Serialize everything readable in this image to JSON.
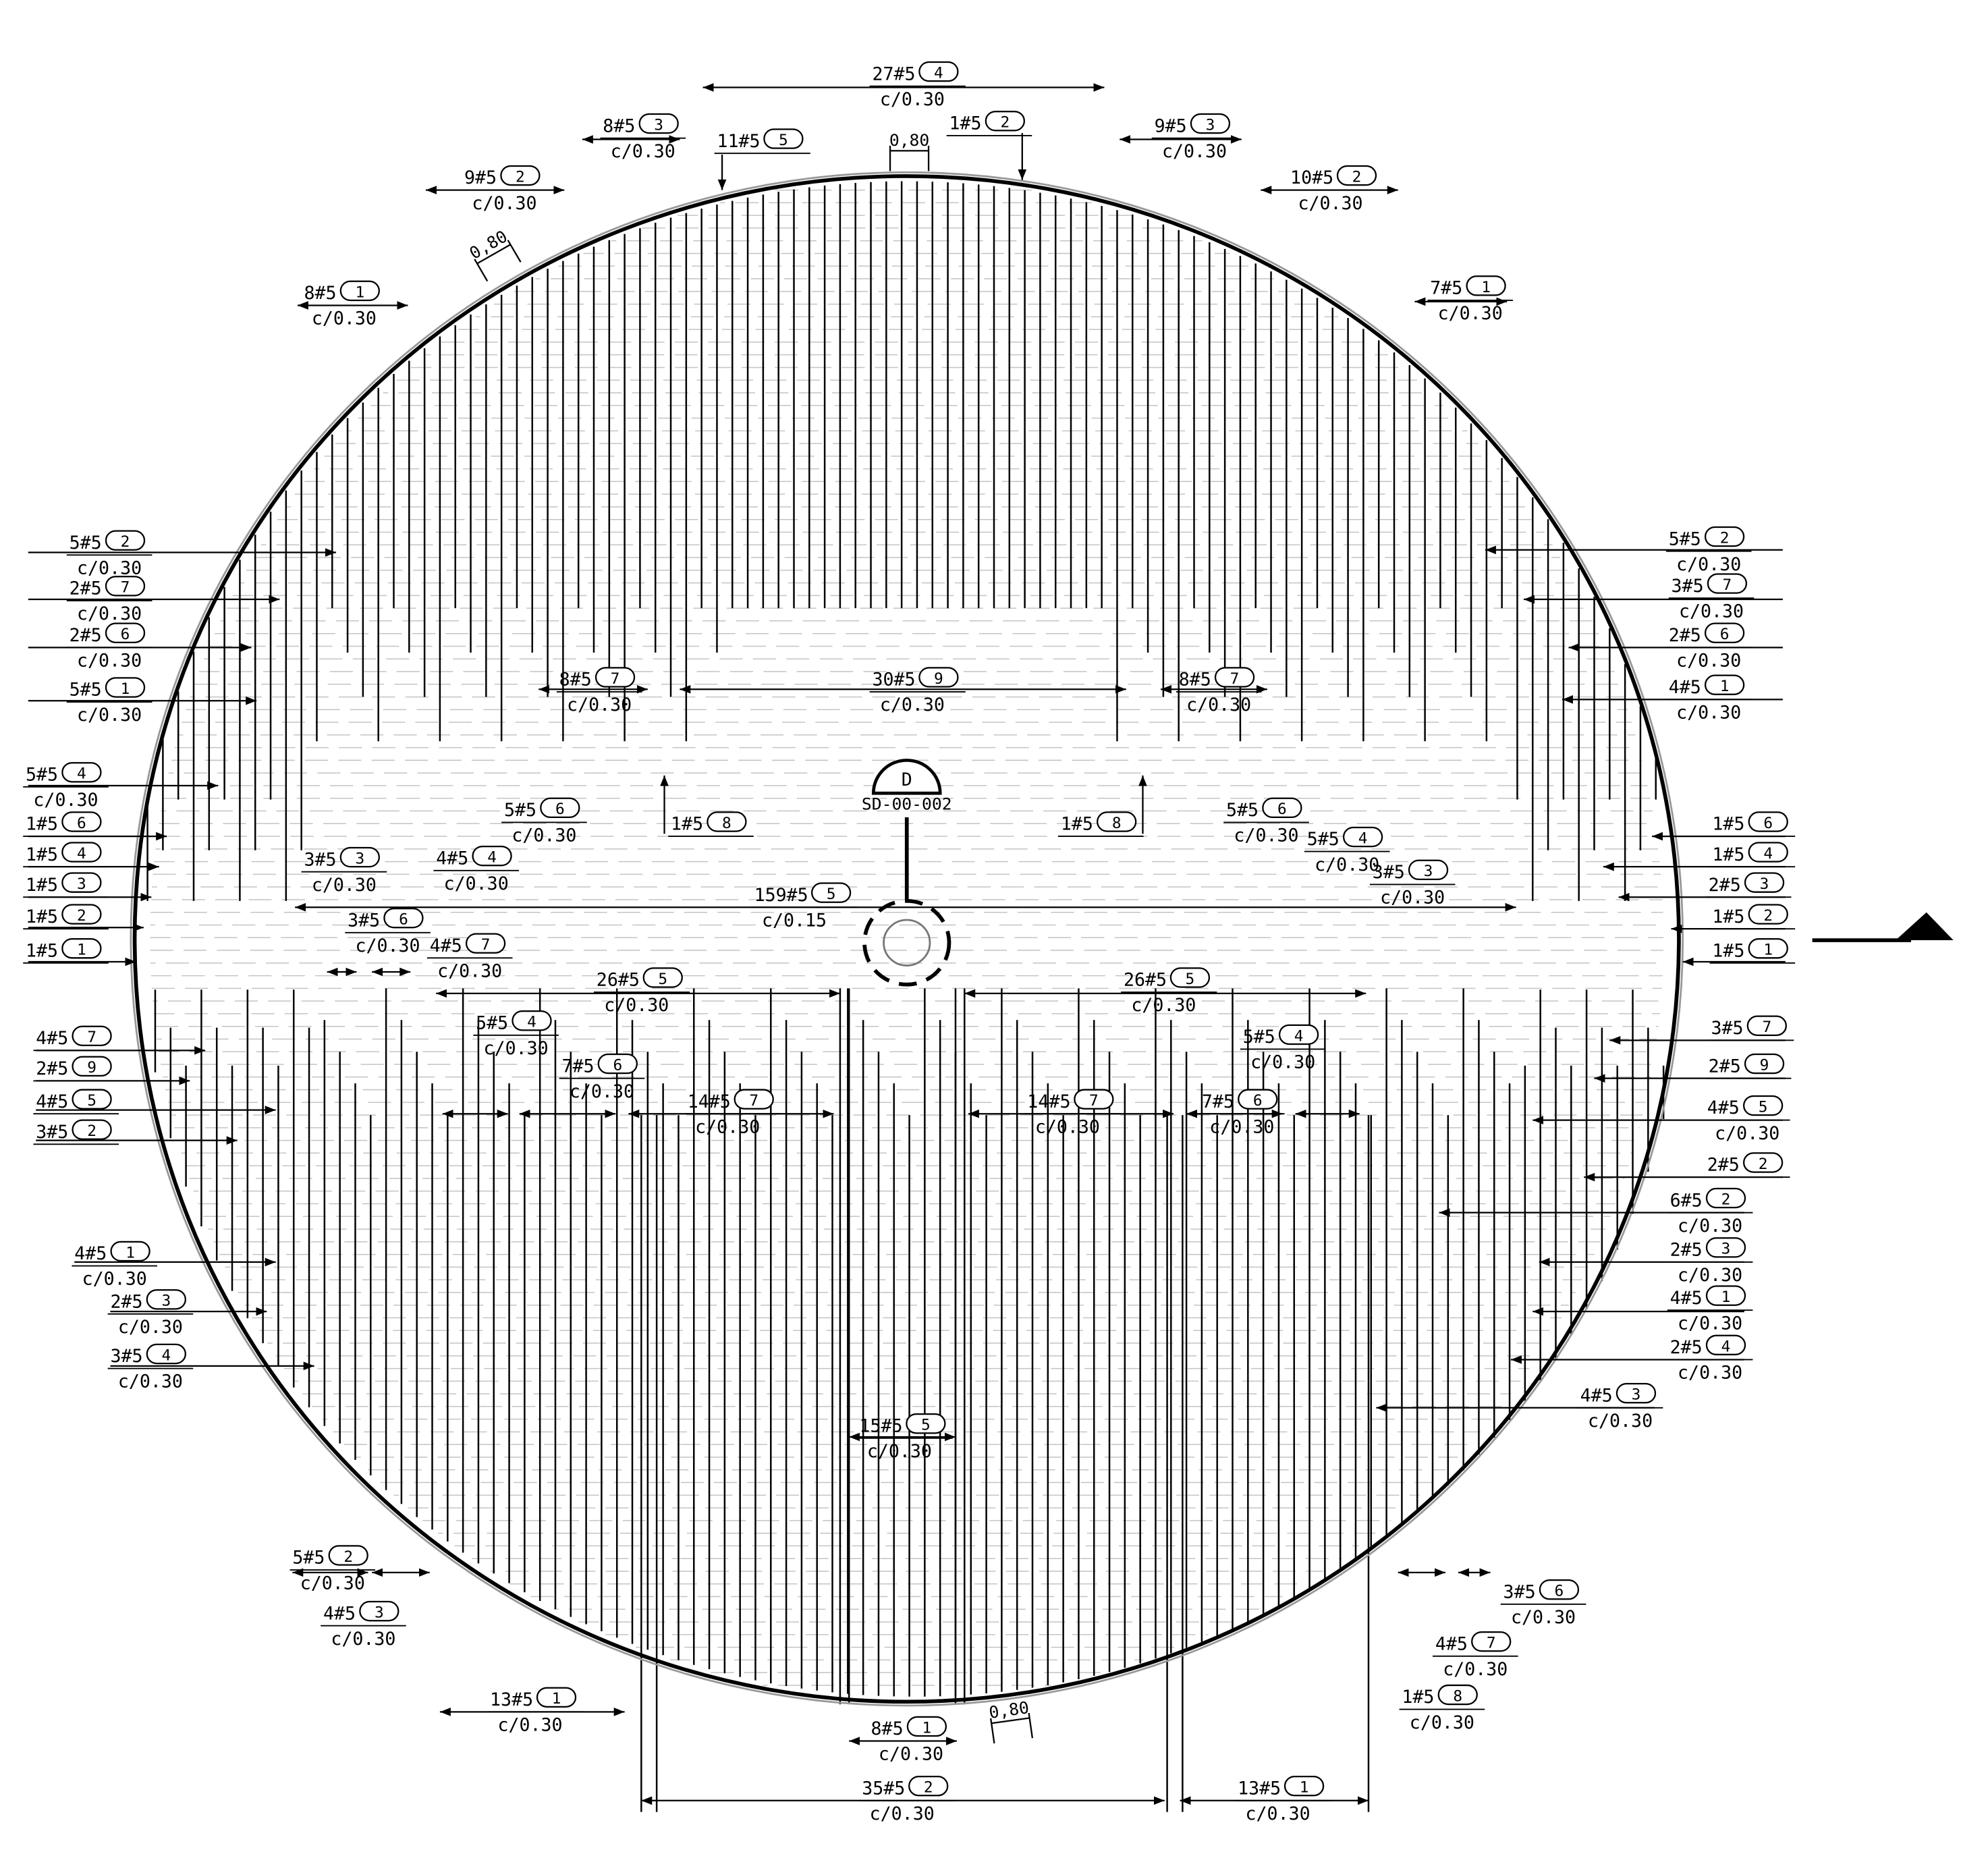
{
  "drawing": {
    "section_marker": {
      "letter": "D",
      "sheet": "SD-00-002"
    },
    "cover_dims": [
      {
        "id": "c1",
        "text": "0,80"
      },
      {
        "id": "c2",
        "text": "0,80"
      },
      {
        "id": "c3",
        "text": "0,80"
      }
    ],
    "callouts": [
      {
        "id": "t1",
        "bar": "27#5",
        "mark": "4",
        "spacing": "c/0.30"
      },
      {
        "id": "t2",
        "bar": "1#5",
        "mark": "2",
        "spacing": ""
      },
      {
        "id": "t3",
        "bar": "11#5",
        "mark": "5",
        "spacing": ""
      },
      {
        "id": "t4",
        "bar": "8#5",
        "mark": "3",
        "spacing": "c/0.30"
      },
      {
        "id": "t5",
        "bar": "9#5",
        "mark": "3",
        "spacing": "c/0.30"
      },
      {
        "id": "t6",
        "bar": "9#5",
        "mark": "2",
        "spacing": "c/0.30"
      },
      {
        "id": "t7",
        "bar": "10#5",
        "mark": "2",
        "spacing": "c/0.30"
      },
      {
        "id": "t8",
        "bar": "8#5",
        "mark": "1",
        "spacing": "c/0.30"
      },
      {
        "id": "t9",
        "bar": "7#5",
        "mark": "1",
        "spacing": "c/0.30"
      },
      {
        "id": "l1",
        "bar": "5#5",
        "mark": "2",
        "spacing": "c/0.30"
      },
      {
        "id": "l2",
        "bar": "2#5",
        "mark": "7",
        "spacing": "c/0.30"
      },
      {
        "id": "l3",
        "bar": "2#5",
        "mark": "6",
        "spacing": "c/0.30"
      },
      {
        "id": "l4",
        "bar": "5#5",
        "mark": "1",
        "spacing": "c/0.30"
      },
      {
        "id": "l5",
        "bar": "5#5",
        "mark": "4",
        "spacing": "c/0.30"
      },
      {
        "id": "l6",
        "bar": "1#5",
        "mark": "6",
        "spacing": ""
      },
      {
        "id": "l7",
        "bar": "1#5",
        "mark": "4",
        "spacing": ""
      },
      {
        "id": "l8",
        "bar": "1#5",
        "mark": "3",
        "spacing": ""
      },
      {
        "id": "l9",
        "bar": "1#5",
        "mark": "2",
        "spacing": ""
      },
      {
        "id": "l10",
        "bar": "1#5",
        "mark": "1",
        "spacing": ""
      },
      {
        "id": "l11",
        "bar": "4#5",
        "mark": "7",
        "spacing": ""
      },
      {
        "id": "l12",
        "bar": "2#5",
        "mark": "9",
        "spacing": ""
      },
      {
        "id": "l13",
        "bar": "4#5",
        "mark": "5",
        "spacing": ""
      },
      {
        "id": "l14",
        "bar": "3#5",
        "mark": "2",
        "spacing": ""
      },
      {
        "id": "l15",
        "bar": "4#5",
        "mark": "1",
        "spacing": "c/0.30"
      },
      {
        "id": "l16",
        "bar": "2#5",
        "mark": "3",
        "spacing": "c/0.30"
      },
      {
        "id": "l17",
        "bar": "3#5",
        "mark": "4",
        "spacing": "c/0.30"
      },
      {
        "id": "r1",
        "bar": "5#5",
        "mark": "2",
        "spacing": "c/0.30"
      },
      {
        "id": "r2",
        "bar": "3#5",
        "mark": "7",
        "spacing": "c/0.30"
      },
      {
        "id": "r3",
        "bar": "2#5",
        "mark": "6",
        "spacing": "c/0.30"
      },
      {
        "id": "r4",
        "bar": "4#5",
        "mark": "1",
        "spacing": "c/0.30"
      },
      {
        "id": "r5",
        "bar": "1#5",
        "mark": "6",
        "spacing": ""
      },
      {
        "id": "r6",
        "bar": "1#5",
        "mark": "4",
        "spacing": ""
      },
      {
        "id": "r7",
        "bar": "2#5",
        "mark": "3",
        "spacing": ""
      },
      {
        "id": "r8",
        "bar": "1#5",
        "mark": "2",
        "spacing": ""
      },
      {
        "id": "r9",
        "bar": "1#5",
        "mark": "1",
        "spacing": ""
      },
      {
        "id": "r10",
        "bar": "3#5",
        "mark": "7",
        "spacing": ""
      },
      {
        "id": "r11",
        "bar": "2#5",
        "mark": "9",
        "spacing": ""
      },
      {
        "id": "r12",
        "bar": "4#5",
        "mark": "5",
        "spacing": "c/0.30"
      },
      {
        "id": "r13",
        "bar": "2#5",
        "mark": "2",
        "spacing": ""
      },
      {
        "id": "r14",
        "bar": "6#5",
        "mark": "2",
        "spacing": "c/0.30"
      },
      {
        "id": "r15",
        "bar": "2#5",
        "mark": "3",
        "spacing": "c/0.30"
      },
      {
        "id": "r16",
        "bar": "4#5",
        "mark": "1",
        "spacing": "c/0.30"
      },
      {
        "id": "r17",
        "bar": "2#5",
        "mark": "4",
        "spacing": "c/0.30"
      },
      {
        "id": "r18",
        "bar": "4#5",
        "mark": "3",
        "spacing": "c/0.30"
      },
      {
        "id": "m1",
        "bar": "8#5",
        "mark": "7",
        "spacing": "c/0.30"
      },
      {
        "id": "m2",
        "bar": "30#5",
        "mark": "9",
        "spacing": "c/0.30"
      },
      {
        "id": "m3",
        "bar": "8#5",
        "mark": "7",
        "spacing": "c/0.30"
      },
      {
        "id": "m4",
        "bar": "5#5",
        "mark": "6",
        "spacing": "c/0.30"
      },
      {
        "id": "m5",
        "bar": "1#5",
        "mark": "8",
        "spacing": ""
      },
      {
        "id": "m6",
        "bar": "1#5",
        "mark": "8",
        "spacing": ""
      },
      {
        "id": "m7",
        "bar": "5#5",
        "mark": "6",
        "spacing": "c/0.30"
      },
      {
        "id": "m8",
        "bar": "3#5",
        "mark": "3",
        "spacing": "c/0.30"
      },
      {
        "id": "m9",
        "bar": "4#5",
        "mark": "4",
        "spacing": "c/0.30"
      },
      {
        "id": "m10",
        "bar": "5#5",
        "mark": "4",
        "spacing": "c/0.30"
      },
      {
        "id": "m11",
        "bar": "3#5",
        "mark": "3",
        "spacing": "c/0.30"
      },
      {
        "id": "m12",
        "bar": "159#5",
        "mark": "5",
        "spacing": "c/0.15"
      },
      {
        "id": "m13",
        "bar": "3#5",
        "mark": "6",
        "spacing": "c/0.30"
      },
      {
        "id": "m14",
        "bar": "4#5",
        "mark": "7",
        "spacing": "c/0.30"
      },
      {
        "id": "m15",
        "bar": "26#5",
        "mark": "5",
        "spacing": "c/0.30"
      },
      {
        "id": "m16",
        "bar": "26#5",
        "mark": "5",
        "spacing": "c/0.30"
      },
      {
        "id": "m17",
        "bar": "5#5",
        "mark": "4",
        "spacing": "c/0.30"
      },
      {
        "id": "m18",
        "bar": "5#5",
        "mark": "4",
        "spacing": "c/0.30"
      },
      {
        "id": "m19",
        "bar": "7#5",
        "mark": "6",
        "spacing": "c/0.30"
      },
      {
        "id": "m20",
        "bar": "14#5",
        "mark": "7",
        "spacing": "c/0.30"
      },
      {
        "id": "m21",
        "bar": "14#5",
        "mark": "7",
        "spacing": "c/0.30"
      },
      {
        "id": "m22",
        "bar": "7#5",
        "mark": "6",
        "spacing": "c/0.30"
      },
      {
        "id": "m23",
        "bar": "15#5",
        "mark": "5",
        "spacing": "c/0.30"
      },
      {
        "id": "b1",
        "bar": "5#5",
        "mark": "2",
        "spacing": "c/0.30"
      },
      {
        "id": "b2",
        "bar": "4#5",
        "mark": "3",
        "spacing": "c/0.30"
      },
      {
        "id": "b3",
        "bar": "13#5",
        "mark": "1",
        "spacing": "c/0.30"
      },
      {
        "id": "b4",
        "bar": "8#5",
        "mark": "1",
        "spacing": "c/0.30"
      },
      {
        "id": "b5",
        "bar": "35#5",
        "mark": "2",
        "spacing": "c/0.30"
      },
      {
        "id": "b6",
        "bar": "13#5",
        "mark": "1",
        "spacing": "c/0.30"
      },
      {
        "id": "b7",
        "bar": "3#5",
        "mark": "6",
        "spacing": "c/0.30"
      },
      {
        "id": "b8",
        "bar": "4#5",
        "mark": "7",
        "spacing": "c/0.30"
      },
      {
        "id": "b9",
        "bar": "1#5",
        "mark": "8",
        "spacing": "c/0.30"
      }
    ]
  }
}
